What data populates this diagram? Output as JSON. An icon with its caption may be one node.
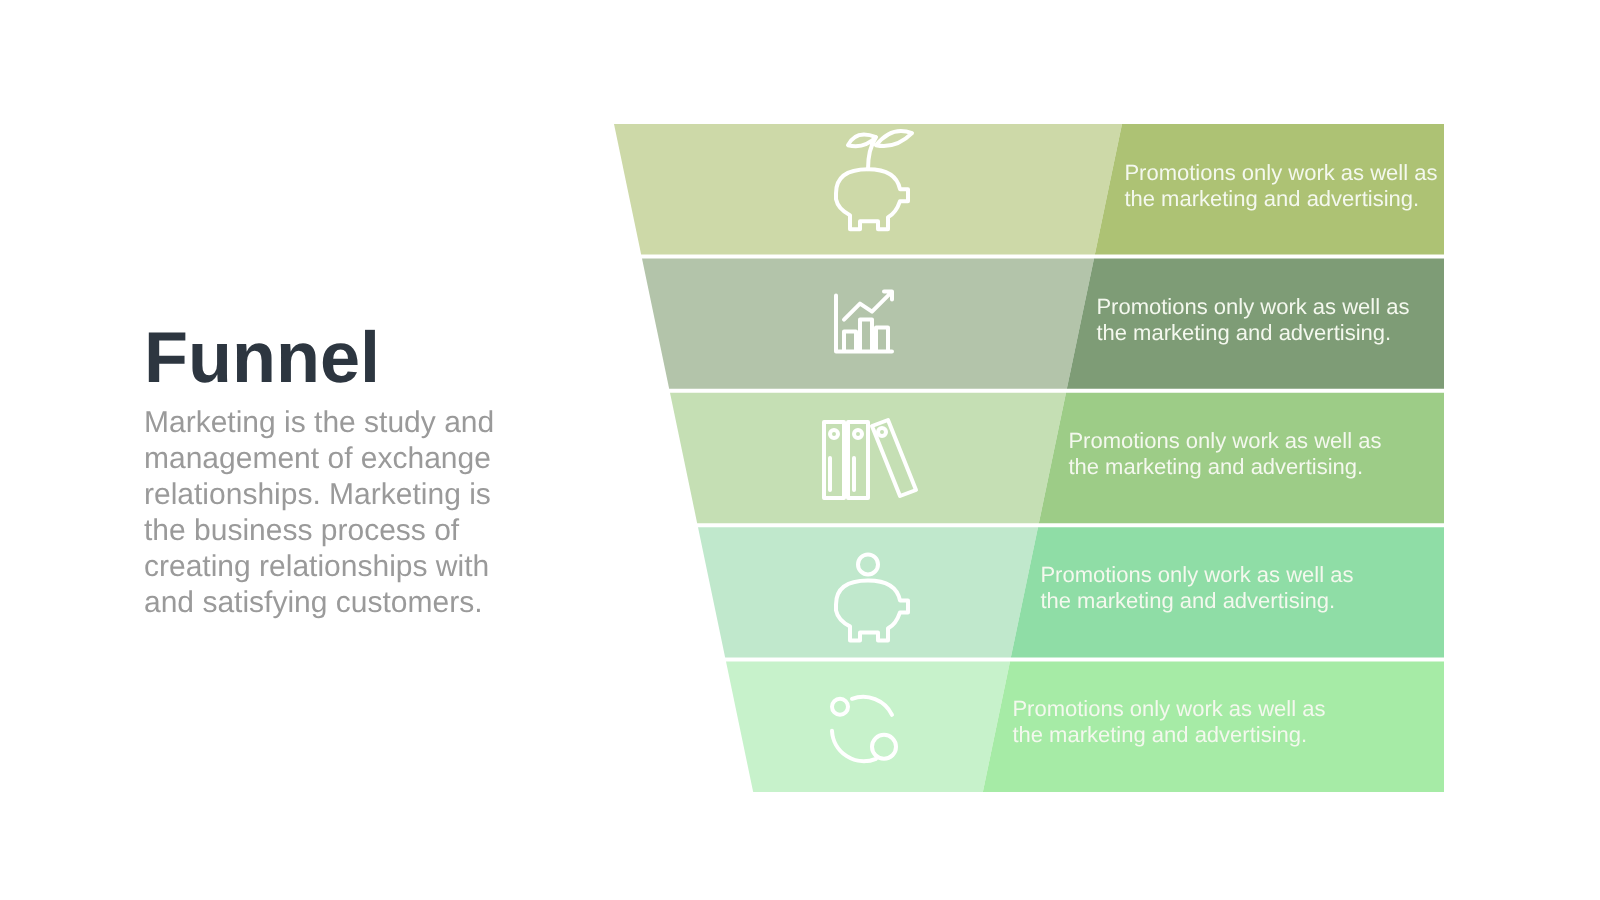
{
  "diagram": {
    "title": "Funnel",
    "nodes": [
      {
        "text": [
          "Promotions only work as well as the marketing and advertising."
        ]
      },
      {
        "text": [
          "Promotions only work as well as the marketing and advertising."
        ]
      },
      {
        "text": [
          "Promotions only work as well as the marketing and advertising."
        ]
      },
      {
        "text": [
          "Promotions only work as well as the marketing and advertising."
        ]
      },
      {
        "text": [
          "Promotions only work as well as the marketing and advertising."
        ]
      }
    ],
    "labels": [
      "Marketing is the study and management of exchange relationships. Marketing is the business process of creating relationships with and satisfying customers."
    ]
  }
}
